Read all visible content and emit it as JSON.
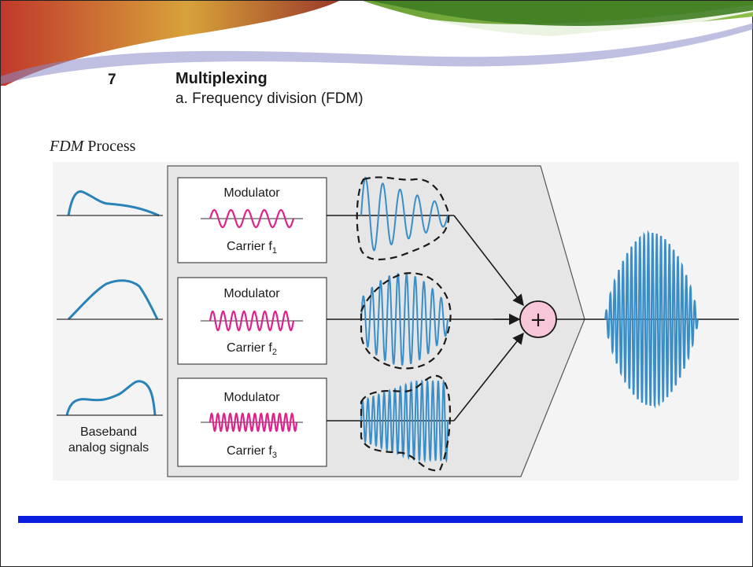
{
  "slide": {
    "number": "7",
    "title": "Multiplexing",
    "subtitle": "a. Frequency division (FDM)",
    "caption_italic": "FDM",
    "caption_rest": " Process"
  },
  "diagram": {
    "modulators": [
      {
        "label": "Modulator",
        "carrier": "Carrier f",
        "subscript": "1"
      },
      {
        "label": "Modulator",
        "carrier": "Carrier f",
        "subscript": "2"
      },
      {
        "label": "Modulator",
        "carrier": "Carrier f",
        "subscript": "3"
      }
    ],
    "baseband_label_line1": "Baseband",
    "baseband_label_line2": "analog signals",
    "adder_symbol": "+"
  },
  "colors": {
    "modulator_panel": "#e6e6e6",
    "carrier": "#e0218a",
    "wave": "#3a8ec8",
    "baseband": "#2a83b8",
    "adder_fill": "#f7c6d8",
    "footer_bar": "#0a1ee0",
    "banner_red": "#b3261e",
    "banner_green": "#5a8f2a"
  }
}
